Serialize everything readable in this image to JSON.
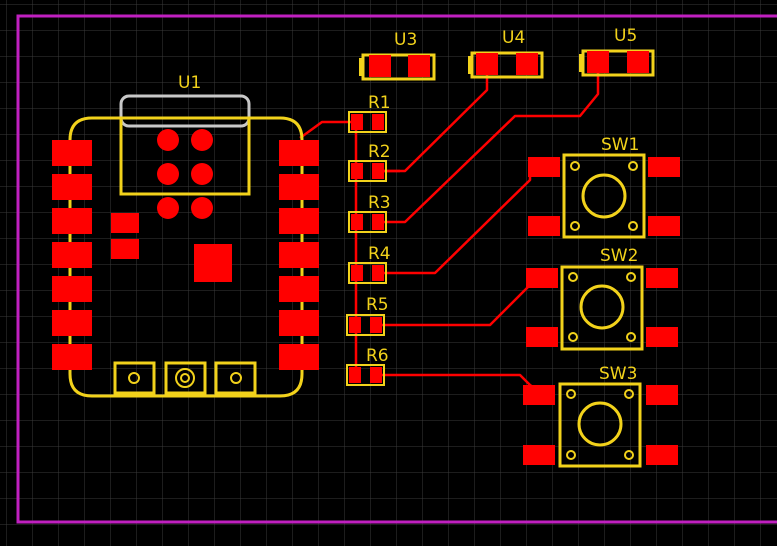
{
  "board": {
    "colors": {
      "background": "#000000",
      "grid": "#3a3a3a",
      "outline": "#c020c0",
      "silkscreen": "#f2d21b",
      "copper": "#ff0000",
      "keepout": "#c8c8c8"
    }
  },
  "components": {
    "u1": "U1",
    "u3": "U3",
    "u4": "U4",
    "u5": "U5",
    "r1": "R1",
    "r2": "R2",
    "r3": "R3",
    "r4": "R4",
    "r5": "R5",
    "r6": "R6",
    "sw1": "SW1",
    "sw2": "SW2",
    "sw3": "SW3"
  }
}
